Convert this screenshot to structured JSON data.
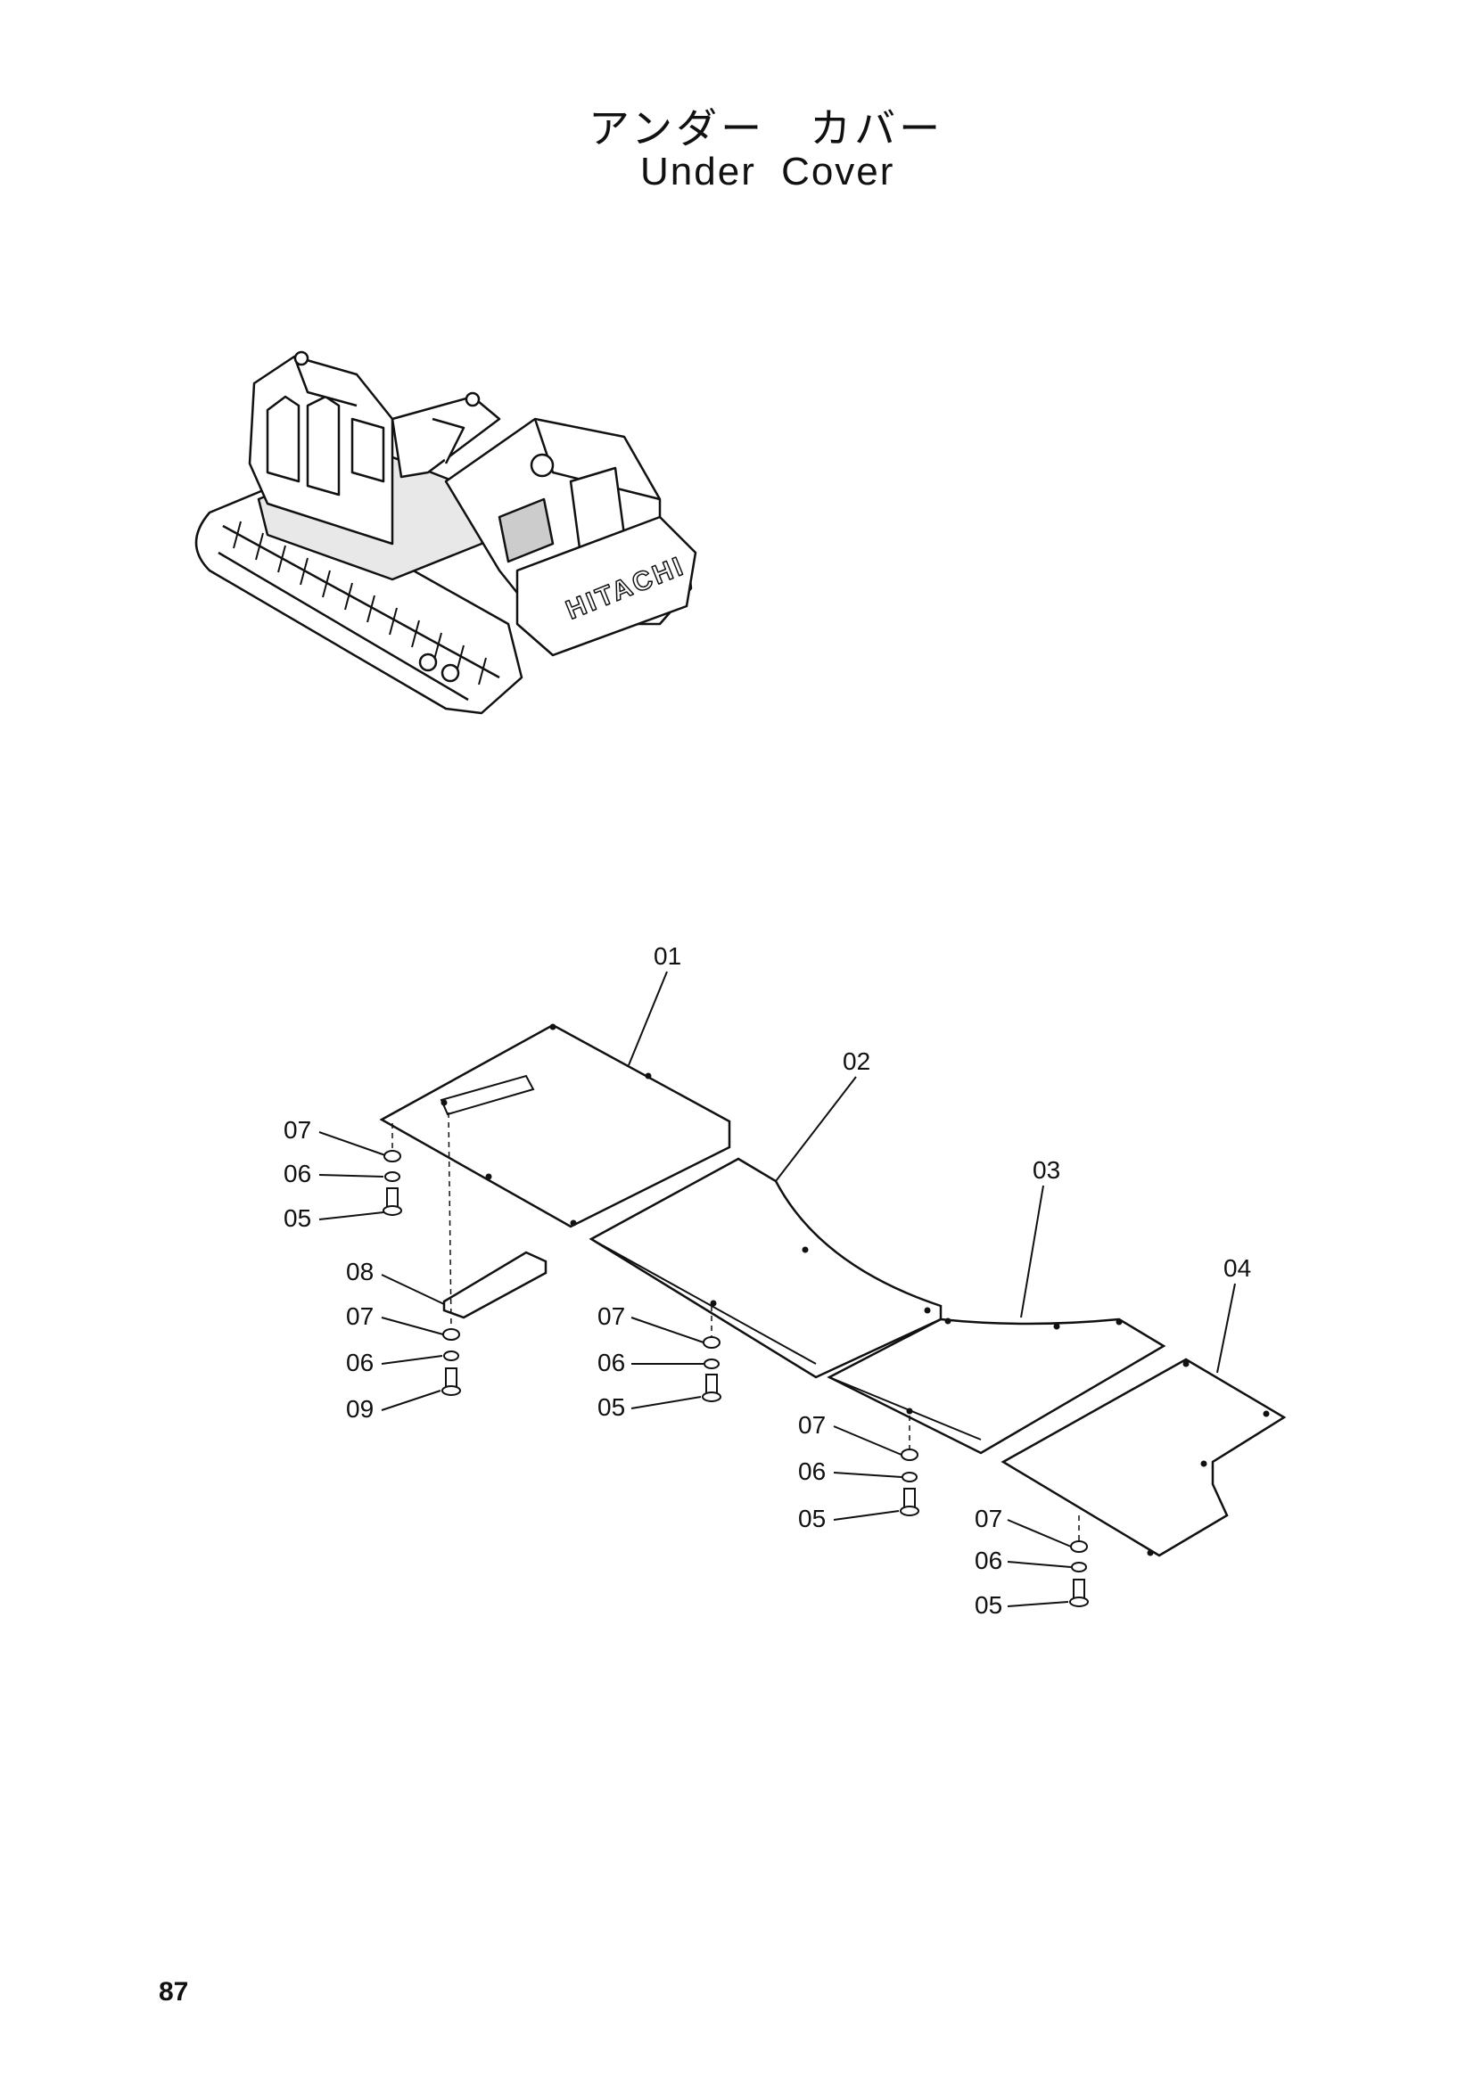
{
  "title": {
    "japanese": "アンダー　カバー",
    "english": "Under Cover"
  },
  "machine": {
    "brand_text": "HITACHI"
  },
  "callouts": {
    "c01": "01",
    "c02": "02",
    "c03": "03",
    "c04": "04",
    "a07": "07",
    "a06": "06",
    "a05": "05",
    "b08": "08",
    "b07": "07",
    "b06": "06",
    "b09": "09",
    "d07": "07",
    "d06": "06",
    "d05": "05",
    "e07": "07",
    "e06": "06",
    "e05": "05",
    "f07": "07",
    "f06": "06",
    "f05": "05"
  },
  "page_number": "87"
}
